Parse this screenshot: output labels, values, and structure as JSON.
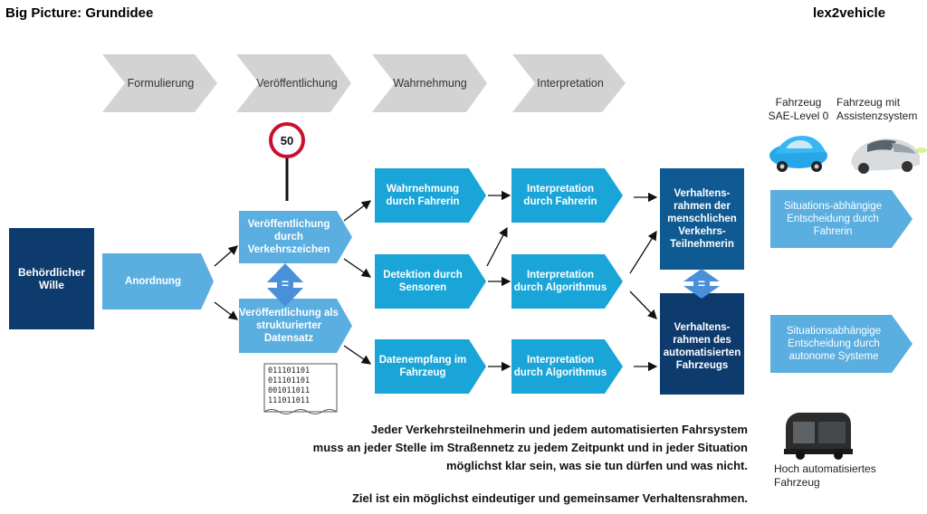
{
  "header": {
    "title": "Big Picture: Grundidee",
    "brand": "lex2vehicle"
  },
  "phases": [
    "Formulierung",
    "Veröffentlichung",
    "Wahrnehmung",
    "Interpretation"
  ],
  "sign_value": "50",
  "nodes": {
    "behoerdlicher_wille": "Behördlicher Wille",
    "anordnung": "Anordnung",
    "veroeff_verkehrszeichen": "Veröffentlichung durch Verkehrszeichen",
    "veroeff_datensatz": "Veröffentlichung als strukturierter Datensatz",
    "equals_1": "=",
    "equals_2": "=",
    "wahrnehmung_fahrerin": "Wahrnehmung durch Fahrerin",
    "detektion_sensoren": "Detektion durch Sensoren",
    "datenempfang_fahrzeug": "Datenempfang im Fahrzeug",
    "interpretation_fahrerin": "Interpretation durch Fahrerin",
    "interpretation_algorithmus_1": "Interpretation durch Algorithmus",
    "interpretation_algorithmus_2": "Interpretation durch Algorithmus",
    "verhaltensrahmen_mensch": "Verhaltens-rahmen der menschlichen Verkehrs-Teilnehmerin",
    "verhaltensrahmen_auto": "Verhaltens-rahmen des automatisierten Fahrzeugs",
    "entscheidung_fahrerin": "Situations-abhängige Entscheidung durch Fahrerin",
    "entscheidung_systeme": "Situationsabhängige Entscheidung durch autonome Systeme"
  },
  "binary_data": [
    "011101101",
    "011101101",
    "001011011",
    "111011011"
  ],
  "vehicles": {
    "level0": "Fahrzeug SAE-Level 0",
    "assist": "Fahrzeug mit Assistenzsystem",
    "automated": "Hoch automatisiertes Fahrzeug"
  },
  "statement": {
    "line1": "Jeder Verkehrsteilnehmerin und jedem automatisierten Fahrsystem",
    "line2": "muss an jeder Stelle im Straßennetz zu jedem Zeitpunkt und in jeder Situation",
    "line3": "möglichst klar sein, was sie tun dürfen und was nicht.",
    "goal": "Ziel ist ein möglichst eindeutiger und gemeinsamer Verhaltensrahmen."
  },
  "colors": {
    "phase_gray": "#d3d3d3",
    "light_blue": "#5aaee0",
    "cyan": "#1aa5d8",
    "dark_navy": "#0d3b6e",
    "medium_blue": "#0f5a92",
    "sign_red": "#c8102e"
  }
}
